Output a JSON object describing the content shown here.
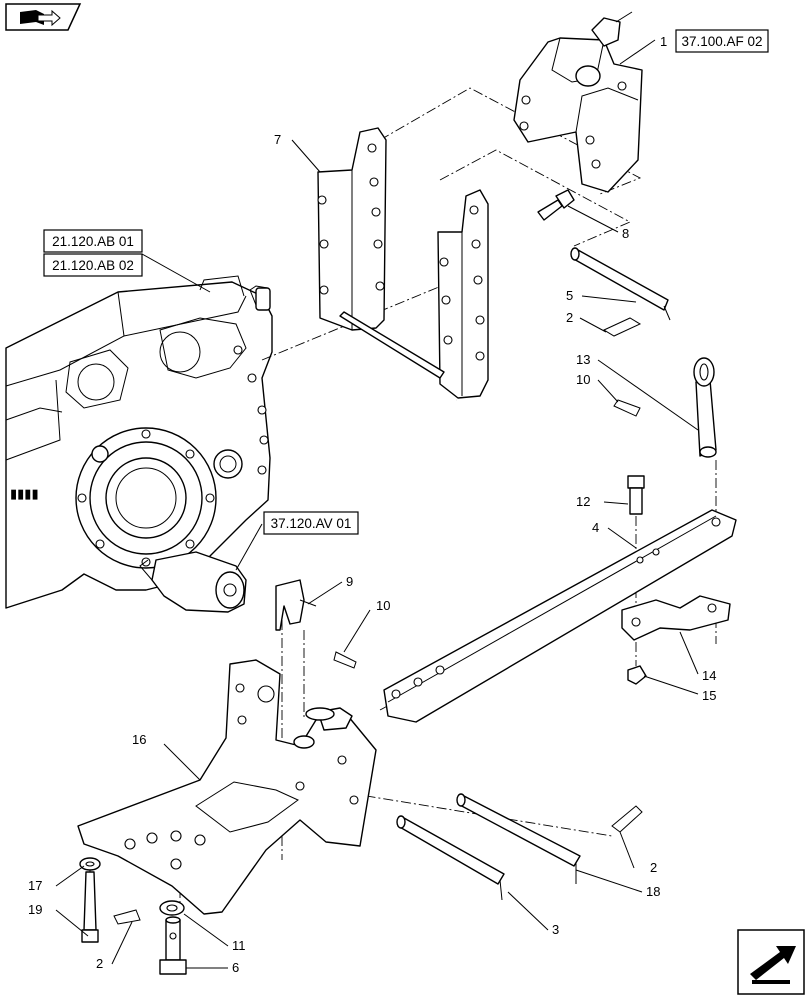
{
  "references": {
    "r1": "37.100.AF 02",
    "r2": "21.120.AB 01",
    "r3": "21.120.AB 02",
    "r4": "37.120.AV 01"
  },
  "callouts": {
    "c1": "1",
    "c2a": "2",
    "c2b": "2",
    "c2c": "2",
    "c3": "3",
    "c4": "4",
    "c5": "5",
    "c6": "6",
    "c7": "7",
    "c8": "8",
    "c9": "9",
    "c10a": "10",
    "c10b": "10",
    "c11": "11",
    "c12": "12",
    "c13": "13",
    "c14": "14",
    "c15": "15",
    "c16": "16",
    "c17": "17",
    "c18": "18",
    "c19": "19"
  },
  "icons": {
    "top_left": "book-arrow-icon",
    "bottom_right": "next-page-arrow-icon"
  }
}
